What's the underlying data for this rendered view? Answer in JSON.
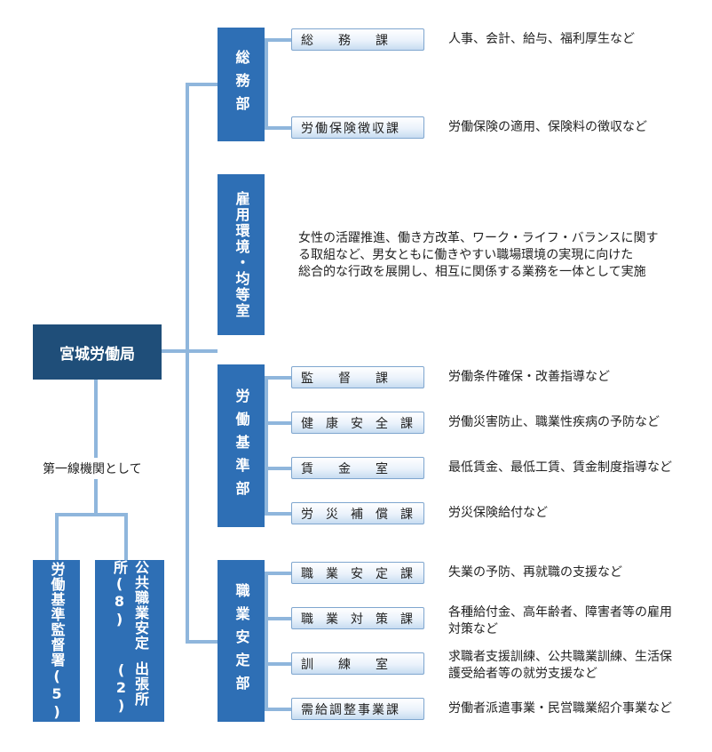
{
  "root": {
    "label": "宮城労働局"
  },
  "first_line_label": "第一線機関として",
  "field_offices": [
    {
      "label": "労働基準監督署(5)"
    },
    {
      "label_line1": "公共職業安定所(8)",
      "label_line2": "出張所(2)"
    }
  ],
  "departments": [
    {
      "label": "総務部",
      "sections": [
        {
          "label": "総　　務　　課",
          "desc": "人事、会計、給与、福利厚生など"
        },
        {
          "label": "労働保険徴収課",
          "desc": "労働保険の適用、保険料の徴収など"
        }
      ]
    },
    {
      "label": "雇用環境・均等室",
      "desc_lines": [
        "女性の活躍推進、働き方改革、ワーク・ライフ・バランスに関す",
        "る取組など、男女ともに働きやすい職場環境の実現に向けた",
        "総合的な行政を展開し、相互に関係する業務を一体として実施"
      ]
    },
    {
      "label": "労働基準部",
      "sections": [
        {
          "label": "監　　督　　課",
          "desc": "労働条件確保・改善指導など"
        },
        {
          "label": "健　康　安　全　課",
          "desc": "労働災害防止、職業性疾病の予防など"
        },
        {
          "label": "賃　　金　　室",
          "desc": "最低賃金、最低工賃、賃金制度指導など"
        },
        {
          "label": "労　災　補　償　課",
          "desc": "労災保険給付など"
        }
      ]
    },
    {
      "label": "職業安定部",
      "sections": [
        {
          "label": "職　業　安　定　課",
          "desc": "失業の予防、再就職の支援など"
        },
        {
          "label": "職　業　対　策　課",
          "desc_line1": "各種給付金、高年齢者、障害者等の雇用",
          "desc_line2": "対策など"
        },
        {
          "label": "訓　　練　　室",
          "desc_line1": "求職者支援訓練、公共職業訓練、生活保",
          "desc_line2": "護受給者等の就労支援など"
        },
        {
          "label": "需給調整事業課",
          "desc": "労働者派遣事業・民営職業紹介事業など"
        }
      ]
    }
  ]
}
